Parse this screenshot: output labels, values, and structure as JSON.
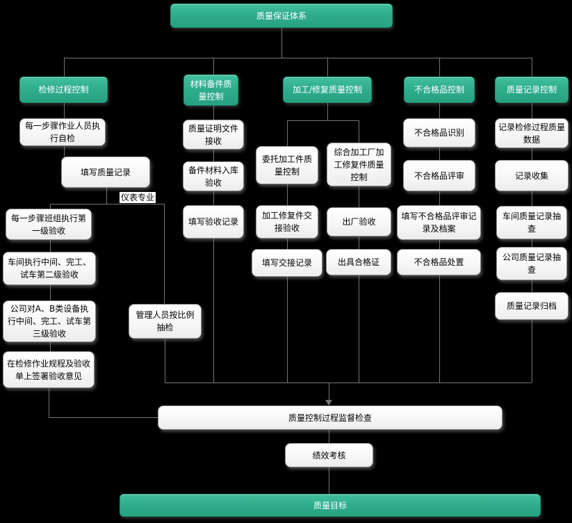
{
  "diagram": {
    "title": "质量保证体系",
    "background_color": "#000000",
    "accent_green": "#2fae8c",
    "line_color": "#767676",
    "edge_label": "仪表专业",
    "nodes": {
      "root": "质量保证体系",
      "h1": "检修过程控制",
      "h2": "材料备件质量控制",
      "h3": "加工/修复质量控制",
      "h4": "不合格品控制",
      "h5": "质量记录控制",
      "b11": "每一步骤作业人员执行自检",
      "b12": "填写质量记录",
      "b13": "每一步骤班组执行第一级验收",
      "b14": "车间执行中间、完工、试车第二级验收",
      "b15": "公司对A、B类设备执行中间、完工、试车第三级验收",
      "b16": "在检修作业规程及验收单上签署验收意见",
      "b21": "质量证明文件接收",
      "b22": "备件材料入库验收",
      "b23": "填写验收记录",
      "b24": "管理人员按比例抽检",
      "b31": "委托加工件质量控制",
      "b32": "综合加工厂加工修复件质量控制",
      "b33": "加工修复件交接验收",
      "b34": "出厂验收",
      "b35": "填写交接记录",
      "b36": "出具合格证",
      "b41": "不合格品识别",
      "b42": "不合格品评审",
      "b43": "填写不合格品评审记录及档案",
      "b44": "不合格品处置",
      "b51": "记录检修过程质量数据",
      "b52": "记录收集",
      "b53": "车间质量记录抽查",
      "b54": "公司质量记录抽查",
      "b55": "质量记录归档",
      "supervision": "质量控制过程监督检查",
      "performance": "绩效考核",
      "goal": "质量目标"
    }
  }
}
